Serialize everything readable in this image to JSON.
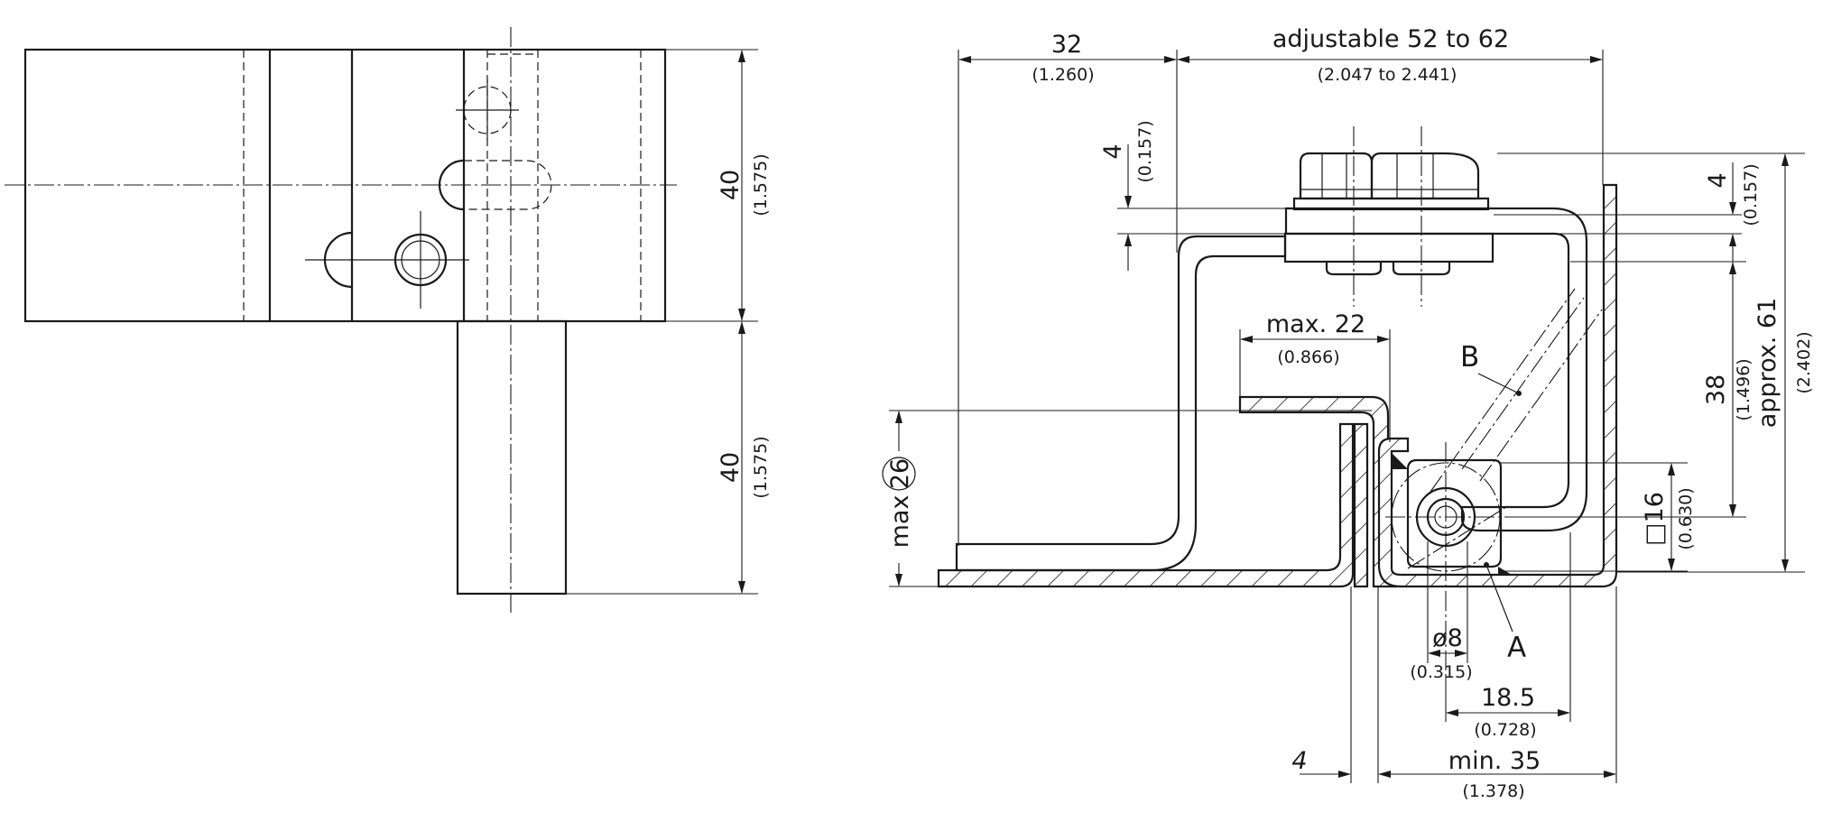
{
  "left_view": {
    "height_top_main": "40",
    "height_top_sub": "(1.575)",
    "height_bottom_main": "40",
    "height_bottom_sub": "(1.575)"
  },
  "right_view": {
    "dim_32_main": "32",
    "dim_32_sub": "(1.260)",
    "dim_adjustable_main": "adjustable 52 to 62",
    "dim_adjustable_sub": "(2.047 to 2.441)",
    "dim_4_left_main": "4",
    "dim_4_left_sub": "(0.157)",
    "dim_4_right_main": "4",
    "dim_4_right_sub": "(0.157)",
    "dim_max22_main": "max. 22",
    "dim_max22_sub": "(0.866)",
    "label_b": "B",
    "label_a": "A",
    "dim_38_main": "38",
    "dim_38_sub": "(1.496)",
    "dim_approx61_main": "approx. 61",
    "dim_approx61_sub": "(2.402)",
    "dim_max26_prefix": "max",
    "dim_max26_value": "26",
    "dim_sq16_main": "□16",
    "dim_sq16_sub": "(0.630)",
    "dim_d8_main": "ø8",
    "dim_d8_sub": "(0.315)",
    "dim_18_5_main": "18.5",
    "dim_18_5_sub": "(0.728)",
    "dim_4_bottom": "4",
    "dim_min35_main": "min. 35",
    "dim_min35_sub": "(1.378)"
  }
}
